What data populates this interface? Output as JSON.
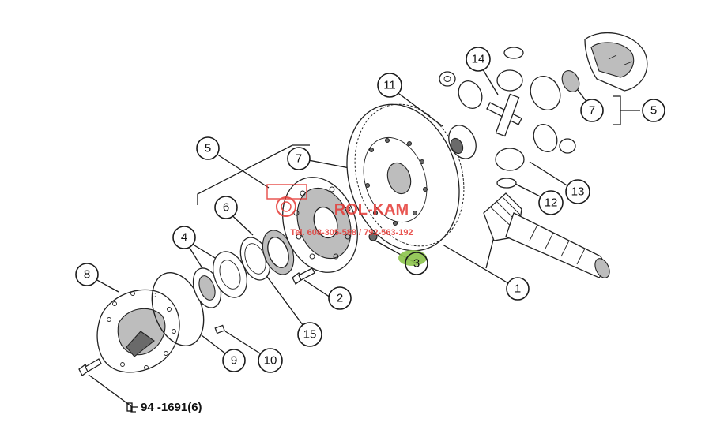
{
  "callouts": {
    "c1": "1",
    "c2": "2",
    "c3": "3",
    "c4": "4",
    "c5a": "5",
    "c5b": "5",
    "c6": "6",
    "c7a": "7",
    "c7b": "7",
    "c8": "8",
    "c9": "9",
    "c10": "10",
    "c11": "11",
    "c12": "12",
    "c13": "13",
    "c14": "14",
    "c15": "15"
  },
  "reference": {
    "label": "94 -1691(6)",
    "icon": "bolt-ref-icon"
  },
  "watermark": {
    "brand": "ROL-KAM",
    "phone": "Tel. 608-305-588 / 792-563-192",
    "color": "#e53935"
  },
  "highlight_color": "#8bc34a"
}
